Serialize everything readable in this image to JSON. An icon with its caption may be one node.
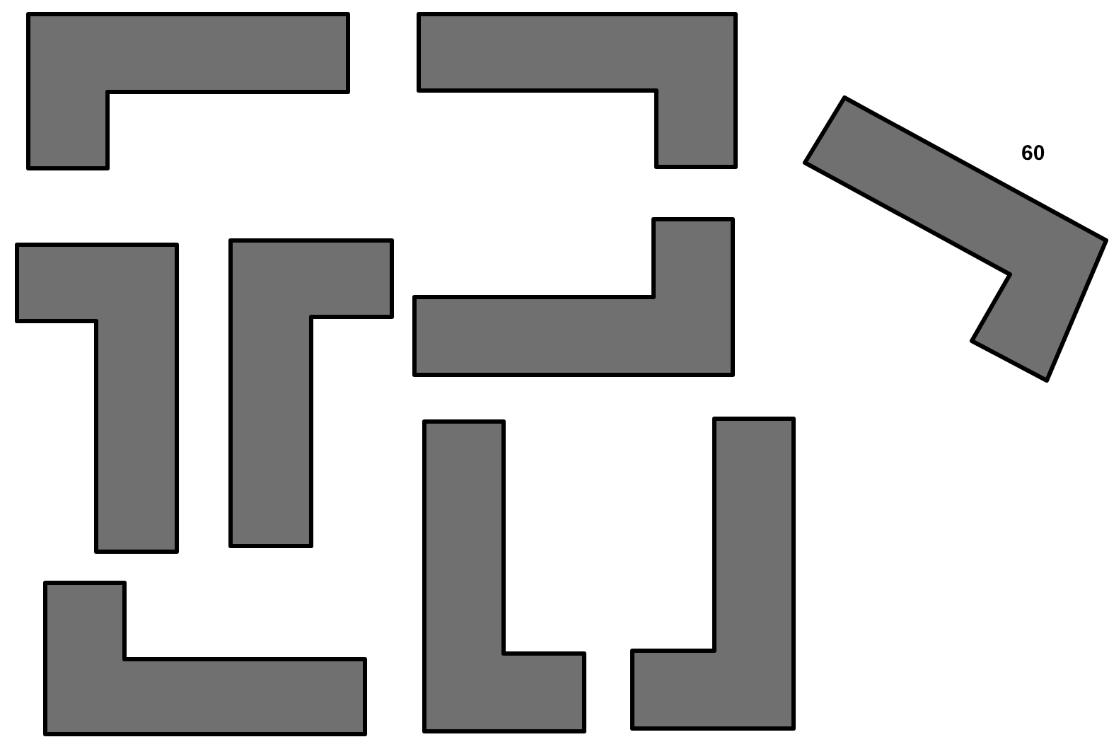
{
  "diagram": {
    "nodes": [
      {
        "text": [],
        "shape": "l-shape"
      },
      {
        "text": [],
        "shape": "l-shape"
      },
      {
        "text": [],
        "shape": "l-shape"
      },
      {
        "text": [],
        "shape": "l-shape"
      },
      {
        "text": [],
        "shape": "l-shape"
      },
      {
        "text": [],
        "shape": "l-shape"
      },
      {
        "text": [],
        "shape": "l-shape"
      },
      {
        "text": [],
        "shape": "l-shape"
      },
      {
        "text": [],
        "shape": "l-shape"
      }
    ],
    "labels": [
      "60"
    ]
  }
}
